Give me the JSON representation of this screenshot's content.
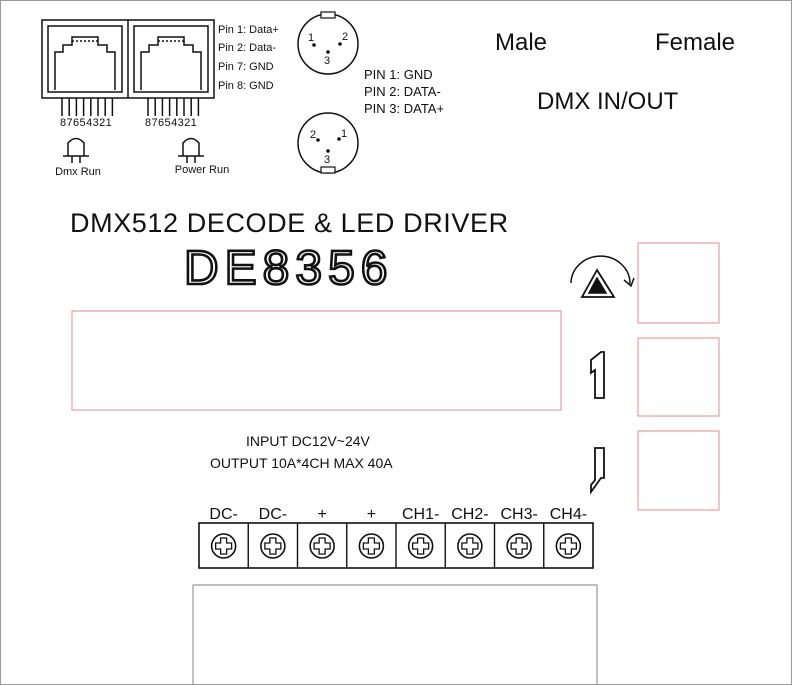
{
  "rj45": {
    "pin_labels": [
      "Pin 1: Data+",
      "Pin 2: Data-",
      "Pin 7: GND",
      "Pin 8: GND"
    ],
    "left_pin_numbers": "87654321",
    "right_pin_numbers": "87654321"
  },
  "leds": {
    "dmx_run": "Dmx Run",
    "power_run": "Power Run"
  },
  "xlr": {
    "male_pins": [
      "1",
      "2",
      "3"
    ],
    "female_pins": [
      "2",
      "1",
      "3"
    ],
    "pin_legend": [
      "PIN 1: GND",
      "PIN 2: DATA-",
      "PIN 3: DATA+"
    ],
    "male_label": "Male",
    "female_label": "Female",
    "dmx_label": "DMX IN/OUT"
  },
  "product": {
    "subtitle": "DMX512 DECODE & LED DRIVER",
    "model": "DE8356"
  },
  "specs": {
    "input": "INPUT DC12V~24V",
    "output": "OUTPUT 10A*4CH  MAX 40A"
  },
  "terminals": [
    "DC-",
    "DC-",
    "+",
    "+",
    "CH1-",
    "CH2-",
    "CH3-",
    "CH4-"
  ],
  "colors": {
    "line": "#111111",
    "button_border": "#e8a0a0",
    "panel_border": "#999999"
  }
}
